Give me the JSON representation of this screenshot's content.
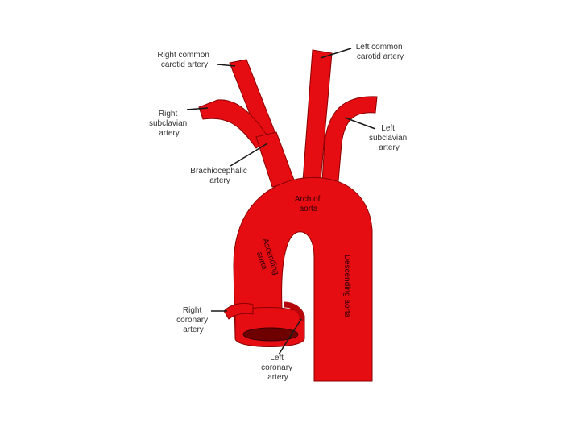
{
  "diagram": {
    "colors": {
      "artery": "#e50d12",
      "artery_edge": "#8a0000",
      "lumen": "#6e0000",
      "label": "#333333",
      "leader": "#1a1a1a"
    },
    "labels": {
      "right_common_carotid": [
        "Right common",
        "carotid artery"
      ],
      "left_common_carotid": [
        "Left common",
        "carotid artery"
      ],
      "right_subclavian": [
        "Right",
        "subclavian",
        "artery"
      ],
      "left_subclavian": [
        "Left",
        "subclavian",
        "artery"
      ],
      "brachiocephalic": [
        "Brachiocephalic",
        "artery"
      ],
      "arch_of_aorta": [
        "Arch of",
        "aorta"
      ],
      "ascending_aorta": [
        "Ascending",
        "aorta"
      ],
      "descending_aorta": [
        "Descending aorta"
      ],
      "right_coronary": [
        "Right",
        "coronary",
        "artery"
      ],
      "left_coronary": [
        "Left",
        "coronary",
        "artery"
      ]
    }
  }
}
